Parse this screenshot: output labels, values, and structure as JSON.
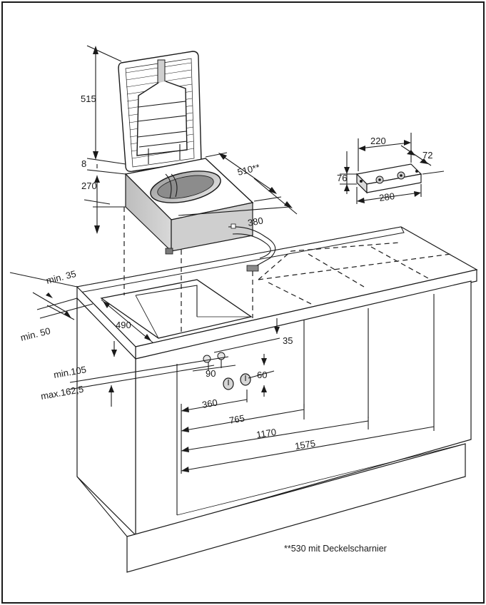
{
  "dimensions": {
    "lid_height": "515",
    "lid_gap": "8",
    "basin_depth": "270",
    "unit_width": "510**",
    "unit_depth": "380",
    "bracket_top": "220",
    "bracket_depth": "72",
    "bracket_height": "76",
    "bracket_length": "280",
    "min_rear": "min. 35",
    "min_front": "min. 50",
    "cutout": "490",
    "knob_offset_top": "35",
    "knob_spacing": "90",
    "knob_height": "60",
    "panel_min": "min.105",
    "panel_max": "max.162,5",
    "span_1": "360",
    "span_2": "765",
    "span_3": "1170",
    "span_4": "1575"
  },
  "footnote": "**530 mit Deckelscharnier"
}
